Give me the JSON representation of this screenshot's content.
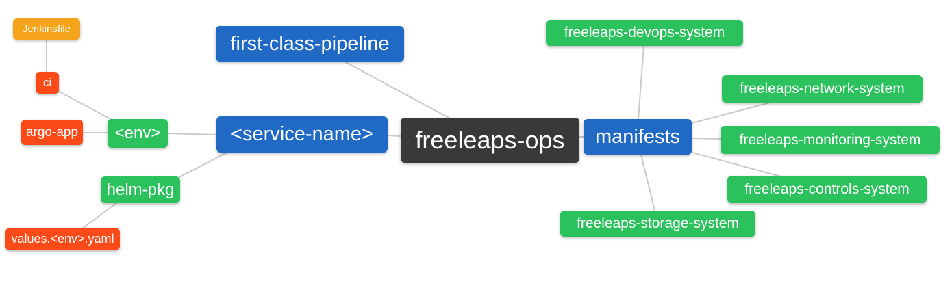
{
  "diagram": {
    "title": "freeleaps-ops mind map",
    "root": "freeleaps_ops"
  },
  "palette": {
    "root_node": "#3b3838",
    "primary_branch": "#2069c4",
    "green_node": "#2bc25e",
    "red_node": "#fa4a18",
    "amber_node": "#f7a41d",
    "edge_line": "#c9c9c9",
    "node_text": "#ffffff",
    "background": "#ffffff"
  },
  "nodes": {
    "jenkinsfile": {
      "label": "Jenkinsfile",
      "color": "#f7a41d"
    },
    "ci": {
      "label": "ci",
      "color": "#fa4a18"
    },
    "argo_app": {
      "label": "argo-app",
      "color": "#fa4a18"
    },
    "env": {
      "label": "<env>",
      "color": "#2bc25e"
    },
    "helm_pkg": {
      "label": "helm-pkg",
      "color": "#2bc25e"
    },
    "values_env_yaml": {
      "label": "values.<env>.yaml",
      "color": "#fa4a18"
    },
    "first_class_pipeline": {
      "label": "first-class-pipeline",
      "color": "#2069c4"
    },
    "service_name": {
      "label": "<service-name>",
      "color": "#2069c4"
    },
    "freeleaps_ops": {
      "label": "freeleaps-ops",
      "color": "#3b3838"
    },
    "manifests": {
      "label": "manifests",
      "color": "#2069c4"
    },
    "devops_system": {
      "label": "freeleaps-devops-system",
      "color": "#2bc25e"
    },
    "network_system": {
      "label": "freeleaps-network-system",
      "color": "#2bc25e"
    },
    "monitoring_system": {
      "label": "freeleaps-monitoring-system",
      "color": "#2bc25e"
    },
    "controls_system": {
      "label": "freeleaps-controls-system",
      "color": "#2bc25e"
    },
    "storage_system": {
      "label": "freeleaps-storage-system",
      "color": "#2bc25e"
    }
  },
  "edges": [
    [
      "jenkinsfile",
      "ci"
    ],
    [
      "ci",
      "env"
    ],
    [
      "argo_app",
      "env"
    ],
    [
      "env",
      "service_name"
    ],
    [
      "service_name",
      "helm_pkg"
    ],
    [
      "helm_pkg",
      "values_env_yaml"
    ],
    [
      "first_class_pipeline",
      "freeleaps_ops"
    ],
    [
      "service_name",
      "freeleaps_ops"
    ],
    [
      "freeleaps_ops",
      "manifests"
    ],
    [
      "manifests",
      "devops_system"
    ],
    [
      "manifests",
      "network_system"
    ],
    [
      "manifests",
      "monitoring_system"
    ],
    [
      "manifests",
      "controls_system"
    ],
    [
      "manifests",
      "storage_system"
    ]
  ]
}
